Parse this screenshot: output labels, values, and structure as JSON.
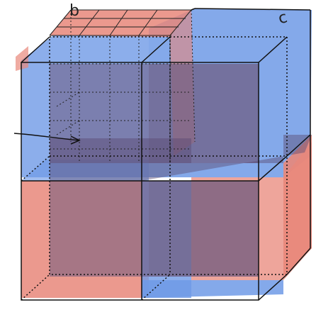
{
  "diagram": {
    "labels": {
      "top_left": "b",
      "top_right": "c"
    },
    "colors": {
      "red_fill": "#e8877a",
      "blue_fill": "#6f9ae6",
      "overlap_fill": "#6e5a7e",
      "stroke": "#111111"
    },
    "pieces": [
      "top-left-red-gridded-cube",
      "top-right-blue-cube",
      "bottom-left-red-cube",
      "bottom-right-blue-cube",
      "front-wireframe-cube",
      "pointer-arrow"
    ]
  }
}
